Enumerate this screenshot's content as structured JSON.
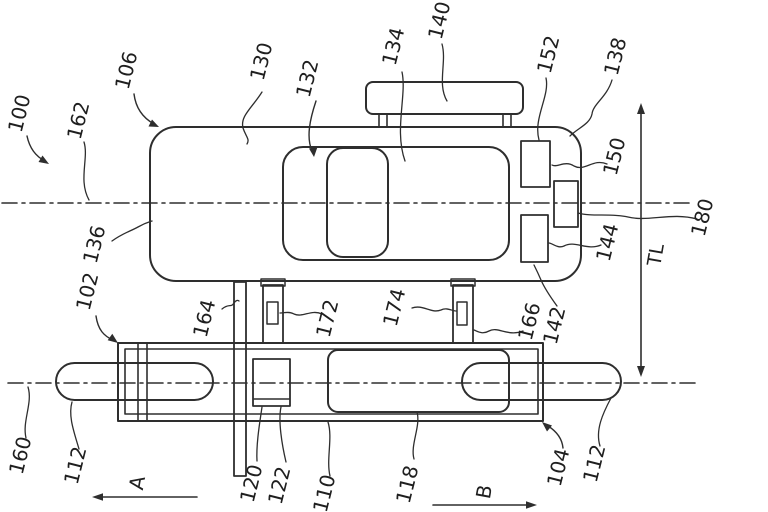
{
  "colors": {
    "line": "#2e2e2e",
    "text": "#1f1f1f",
    "background": "#ffffff"
  },
  "labels": {
    "n100": "100",
    "n102": "102",
    "n104": "104",
    "n106": "106",
    "n110": "110",
    "n112": "112",
    "n118": "118",
    "n120": "120",
    "n122": "122",
    "n130": "130",
    "n132": "132",
    "n134": "134",
    "n136": "136",
    "n138": "138",
    "n140": "140",
    "n142": "142",
    "n144": "144",
    "n150": "150",
    "n152": "152",
    "n160": "160",
    "n162": "162",
    "n164": "164",
    "n166": "166",
    "n172": "172",
    "n174": "174",
    "n180": "180",
    "tl": "TL",
    "dirA": "A",
    "dirB": "B"
  }
}
